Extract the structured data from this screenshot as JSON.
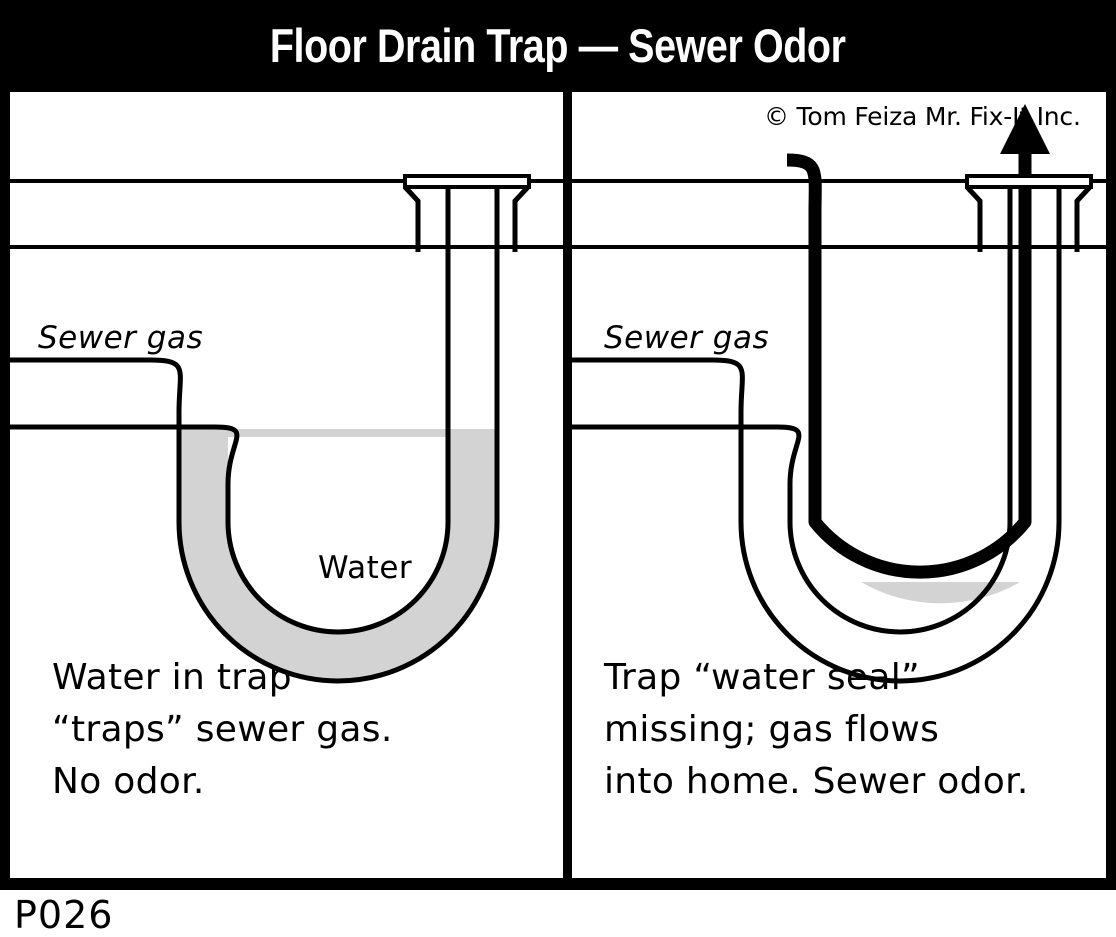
{
  "header": {
    "title": "Floor Drain Trap — Sewer Odor",
    "background_color": "#000000",
    "text_color": "#ffffff"
  },
  "copyright": "© Tom Feiza Mr. Fix-It Inc.",
  "figure_code": "P026",
  "colors": {
    "frame": "#000000",
    "panel_background": "#ffffff",
    "line": "#000000",
    "water_fill": "#d3d3d3",
    "arrow": "#000000"
  },
  "panels": [
    {
      "id": "left",
      "name": "trap-with-water-seal",
      "labels": {
        "sewer_gas": "Sewer gas",
        "water": "Water"
      },
      "caption": "Water in trap\n“traps” sewer gas.\nNo odor.",
      "water_present": true,
      "gas_flow": false
    },
    {
      "id": "right",
      "name": "trap-missing-water-seal",
      "labels": {
        "sewer_gas": "Sewer gas"
      },
      "caption": "Trap “water seal”\nmissing; gas flows\ninto home. Sewer odor.",
      "water_present": false,
      "gas_flow": true
    }
  ],
  "diagram_data": {
    "type": "diagram",
    "subject": "Floor drain P-trap cross-section comparison",
    "elements": [
      "floor slab lines",
      "floor drain with flange",
      "vertical drain riser",
      "U-shaped trap bend",
      "horizontal sewer pipe inlet",
      "trap water seal (gray fill)",
      "sewer gas flow arrow"
    ]
  }
}
